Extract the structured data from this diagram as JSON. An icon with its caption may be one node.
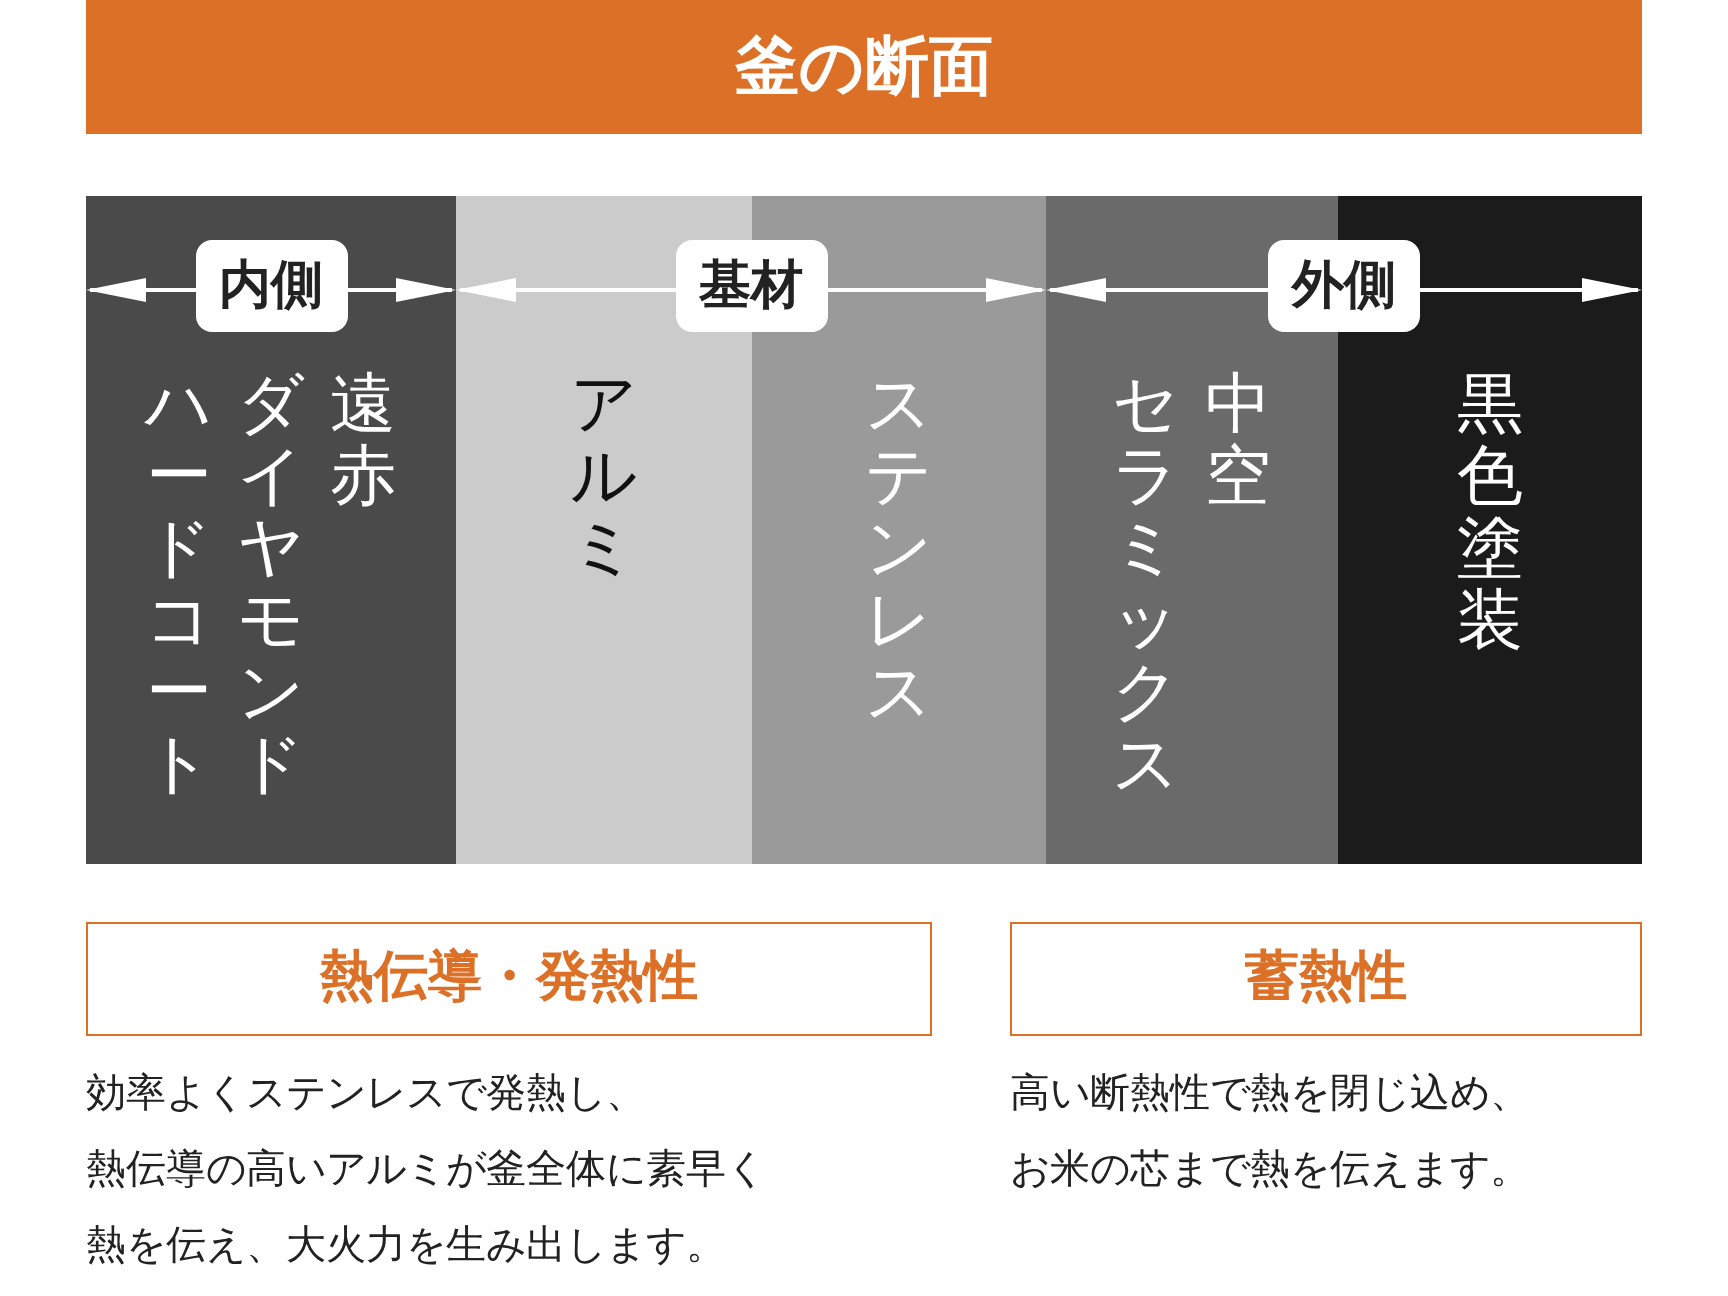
{
  "diagram": {
    "title": "釜の断面",
    "nodes": [
      {
        "text": [
          "遠赤ダイヤモンドハードコート"
        ]
      },
      {
        "text": [
          "アルミ"
        ]
      },
      {
        "text": [
          "ステンレス"
        ]
      },
      {
        "text": [
          "中空セラミックス"
        ]
      },
      {
        "text": [
          "黒色塗装"
        ]
      },
      {
        "text": [
          "熱伝導・発熱性"
        ],
        "beside": [
          "効率よくステンレスで発熱し、熱伝導の高いアルミが釜全体に素早く熱を伝え、大火力を生み出します。"
        ]
      },
      {
        "text": [
          "蓄熱性"
        ],
        "beside": [
          "高い断熱性で熱を閉じ込め、お米の芯まで熱を伝えます。"
        ]
      }
    ],
    "edges": [],
    "labels": [
      "内側",
      "基材",
      "外側"
    ]
  }
}
